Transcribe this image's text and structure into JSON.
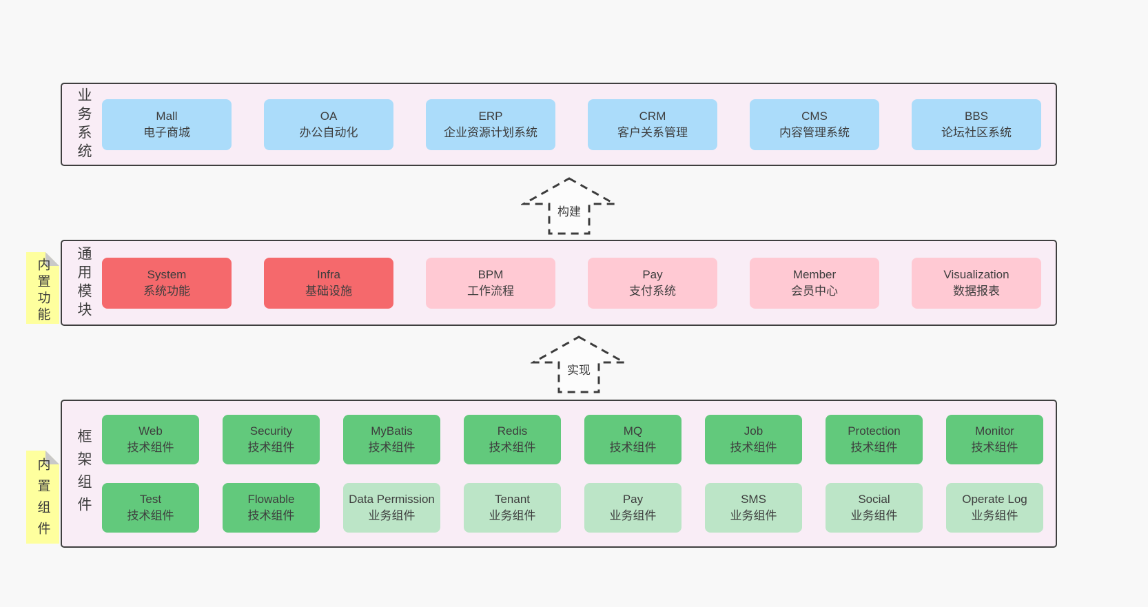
{
  "sections": {
    "business": {
      "label": "业务系统",
      "boxes": [
        {
          "title": "Mall",
          "subtitle": "电子商城"
        },
        {
          "title": "OA",
          "subtitle": "办公自动化"
        },
        {
          "title": "ERP",
          "subtitle": "企业资源计划系统"
        },
        {
          "title": "CRM",
          "subtitle": "客户关系管理"
        },
        {
          "title": "CMS",
          "subtitle": "内容管理系统"
        },
        {
          "title": "BBS",
          "subtitle": "论坛社区系统"
        }
      ]
    },
    "modules": {
      "tag": "内置功能",
      "label": "通用模块",
      "boxes": [
        {
          "title": "System",
          "subtitle": "系统功能"
        },
        {
          "title": "Infra",
          "subtitle": "基础设施"
        },
        {
          "title": "BPM",
          "subtitle": "工作流程"
        },
        {
          "title": "Pay",
          "subtitle": "支付系统"
        },
        {
          "title": "Member",
          "subtitle": "会员中心"
        },
        {
          "title": "Visualization",
          "subtitle": "数据报表"
        }
      ]
    },
    "framework": {
      "tag": "内置组件",
      "label": "框架组件",
      "row1": [
        {
          "title": "Web",
          "subtitle": "技术组件"
        },
        {
          "title": "Security",
          "subtitle": "技术组件"
        },
        {
          "title": "MyBatis",
          "subtitle": "技术组件"
        },
        {
          "title": "Redis",
          "subtitle": "技术组件"
        },
        {
          "title": "MQ",
          "subtitle": "技术组件"
        },
        {
          "title": "Job",
          "subtitle": "技术组件"
        },
        {
          "title": "Protection",
          "subtitle": "技术组件"
        },
        {
          "title": "Monitor",
          "subtitle": "技术组件"
        }
      ],
      "row2": [
        {
          "title": "Test",
          "subtitle": "技术组件"
        },
        {
          "title": "Flowable",
          "subtitle": "技术组件"
        },
        {
          "title": "Data Permission",
          "subtitle": "业务组件"
        },
        {
          "title": "Tenant",
          "subtitle": "业务组件"
        },
        {
          "title": "Pay",
          "subtitle": "业务组件"
        },
        {
          "title": "SMS",
          "subtitle": "业务组件"
        },
        {
          "title": "Social",
          "subtitle": "业务组件"
        },
        {
          "title": "Operate Log",
          "subtitle": "业务组件"
        }
      ]
    }
  },
  "arrows": {
    "build": "构建",
    "implement": "实现"
  },
  "colors": {
    "page_bg": "#f8f8f8",
    "container_bg": "#f9edf6",
    "container_border": "#3f3f3f",
    "blue": "#abdcfa",
    "red": "#f5696c",
    "pink": "#ffc9d3",
    "green": "#62c97c",
    "light_green": "#bce5c7",
    "sticky_yellow": "#feff9e",
    "fold_gray": "#c9c9c9",
    "text": "#3d3d3d"
  }
}
